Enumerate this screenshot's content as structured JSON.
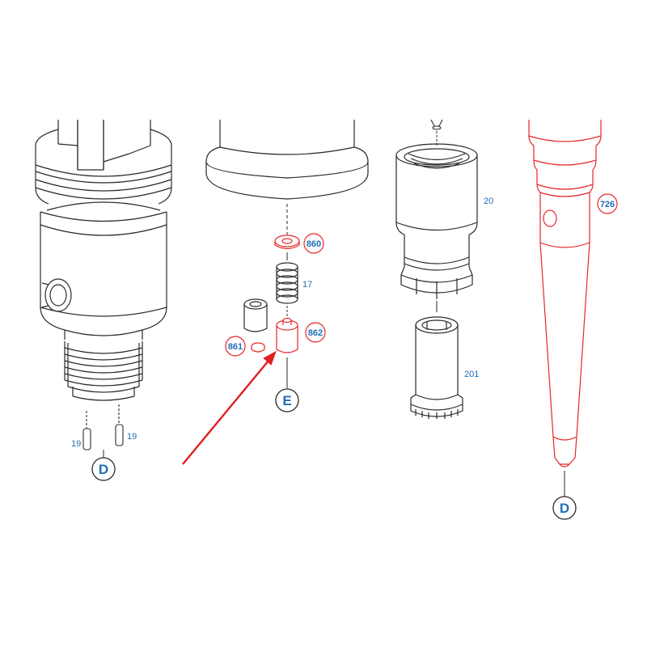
{
  "colors": {
    "outline": "#2a2a2a",
    "highlight": "#e8262a",
    "label_blue": "#1f6fb5",
    "arrow": "#e02020"
  },
  "callouts": {
    "p19_left": "19",
    "p19_right": "19",
    "p17": "17",
    "p20": "20",
    "p201": "201",
    "p860": "860",
    "p861": "861",
    "p862": "862",
    "p726": "726"
  },
  "section_markers": {
    "left_D": "D",
    "center_E": "E",
    "right_D": "D"
  },
  "icons": {
    "pointer": "arrow-icon"
  }
}
